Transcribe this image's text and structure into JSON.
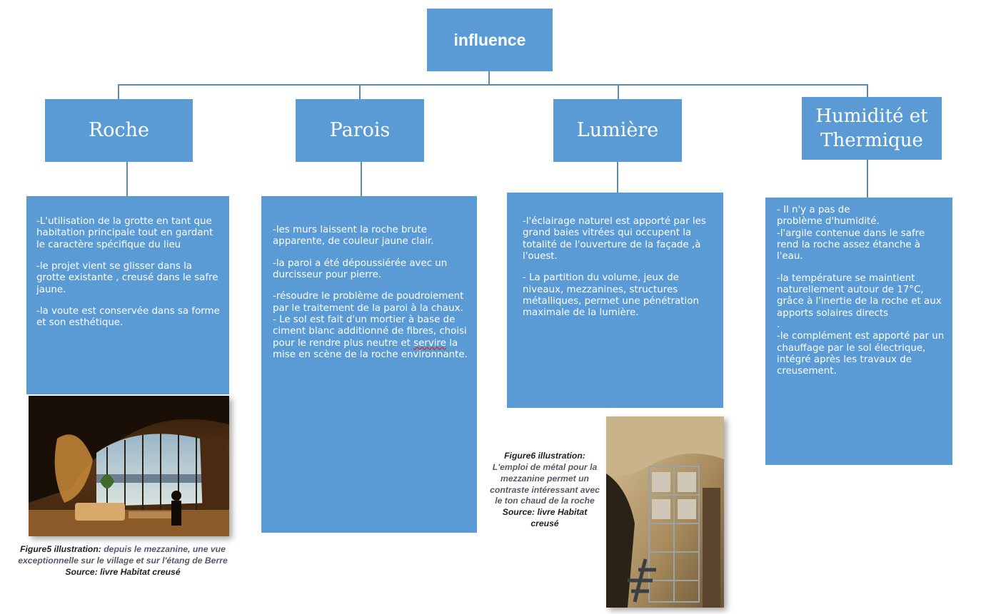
{
  "root": {
    "label": "influence"
  },
  "branches": [
    {
      "title": "Roche",
      "paragraphs": [
        "-L'utilisation de la grotte en tant que habitation principale tout en gardant le caractère spécifique du lieu",
        "-le projet vient se glisser dans la grotte existante , creusé dans le safre jaune.",
        "-la voute est conservée dans sa forme et son esthétique."
      ]
    },
    {
      "title": "Parois",
      "paragraphs": [
        "-les murs laissent la roche brute apparente, de couleur jaune clair.",
        "-la paroi a été dépoussiérée avec un durcisseur pour pierre.",
        "-résoudre le problème de poudroiement par le traitement de la paroi à la chaux.\n- Le sol est fait d'un mortier à base de ciment blanc additionné de fibres, choisi pour le rendre plus neutre et servire la mise en scène de la roche environnante."
      ]
    },
    {
      "title": "Lumière",
      "paragraphs": [
        "-l'éclairage naturel est apporté par les grand baies vitrées qui occupent la totalité de l'ouverture de la façade ,à l'ouest.",
        "- La partition du volume, jeux de niveaux, mezzanines, structures métalliques, permet une pénétration maximale de la lumière."
      ]
    },
    {
      "title": "Humidité et Thermique",
      "paragraphs": [
        "-     Il n'y a pas de\n        problème d'humidité.\n-l'argile contenue dans le safre rend la roche assez étanche à l'eau.",
        "-la température se maintient naturellement autour de 17°C, grâce à l'inertie de la roche et aux apports solaires directs\n.\n-le complément est apporté par un chauffage par le sol électrique, intégré après les travaux de creusement."
      ]
    }
  ],
  "figure5": {
    "label": "Figure5 illustration:",
    "text": " depuis le mezzanine, une vue exceptionnelle sur le village et sur l'étang de Berre",
    "source": "Source: livre Habitat creusé"
  },
  "figure6": {
    "label": "Figure6 illustration:",
    "text": "L'emploi de métal pour la mezzanine permet un contraste intéressant avec le ton chaud de la roche",
    "source": "Source: livre Habitat creusé"
  }
}
